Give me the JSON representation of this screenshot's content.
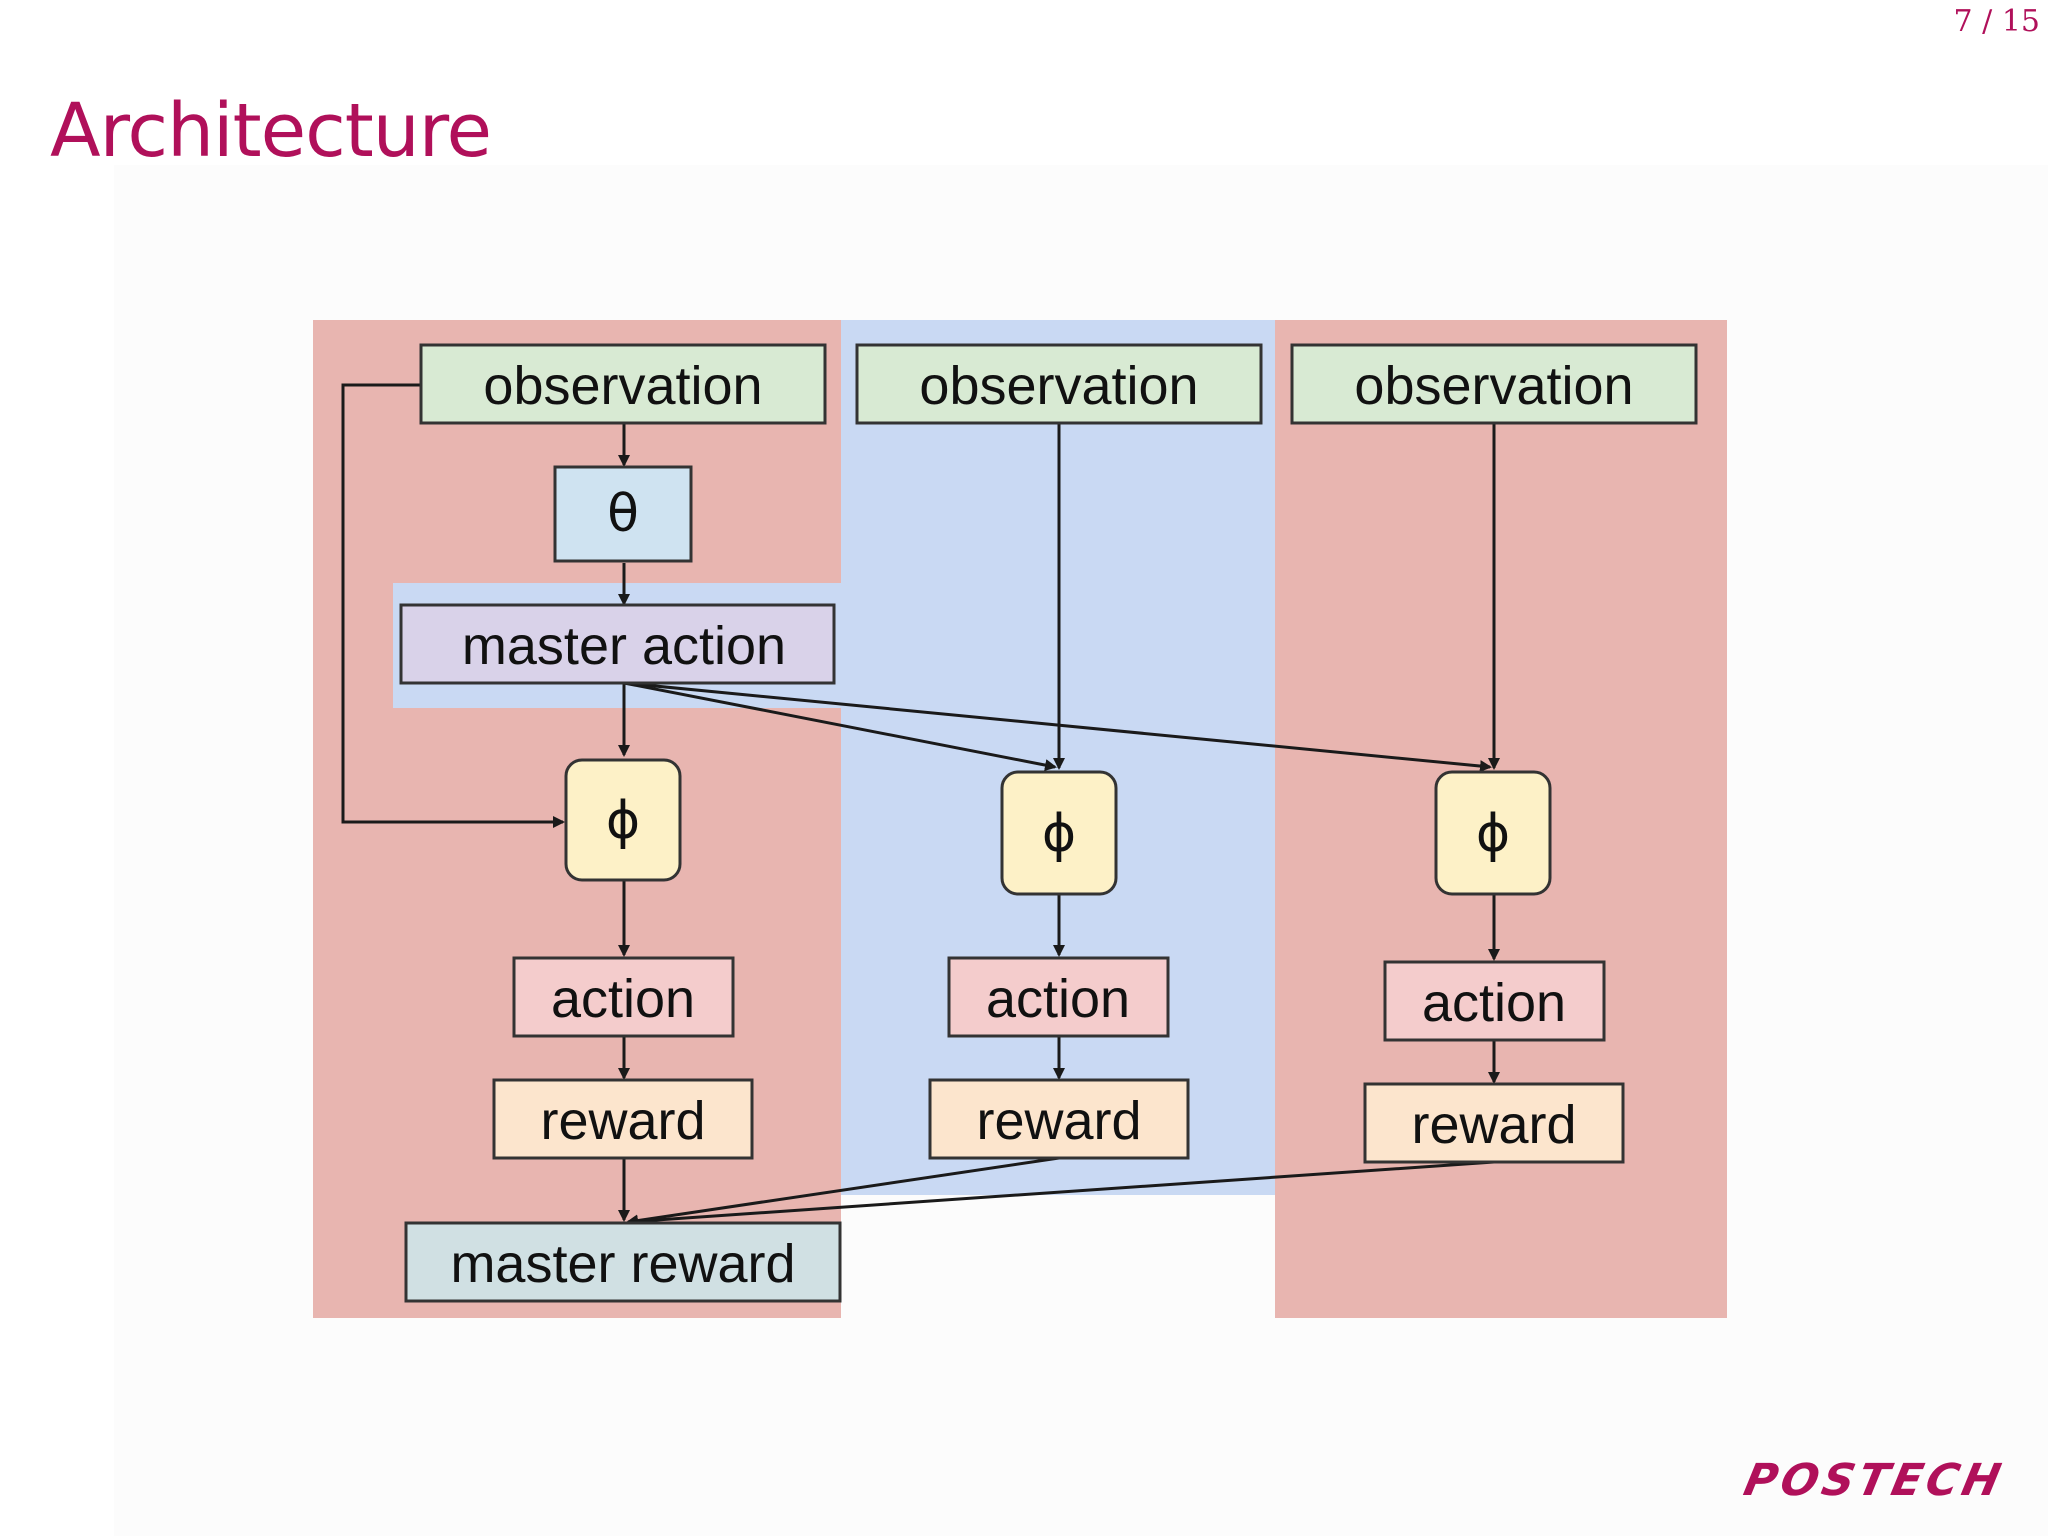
{
  "page_number": "7 / 15",
  "title": "Architecture",
  "diagram": {
    "columns": [
      {
        "observation": "observation",
        "theta": "θ",
        "master_action": "master action",
        "phi": "ϕ",
        "action": "action",
        "reward": "reward",
        "master_reward": "master reward"
      },
      {
        "observation": "observation",
        "phi": "ϕ",
        "action": "action",
        "reward": "reward"
      },
      {
        "observation": "observation",
        "phi": "ϕ",
        "action": "action",
        "reward": "reward"
      }
    ],
    "colors": {
      "panel_red": "#e8b5b0",
      "panel_blue": "#c9d9f3",
      "observation_fill": "#d8ead3",
      "theta_fill": "#cfe3f1",
      "master_action_fill": "#d9d2e9",
      "phi_fill": "#fdf1c7",
      "action_fill": "#f4cccc",
      "reward_fill": "#fce5cd",
      "master_reward_fill": "#d0e0e3"
    }
  },
  "logo": "POSTECH"
}
